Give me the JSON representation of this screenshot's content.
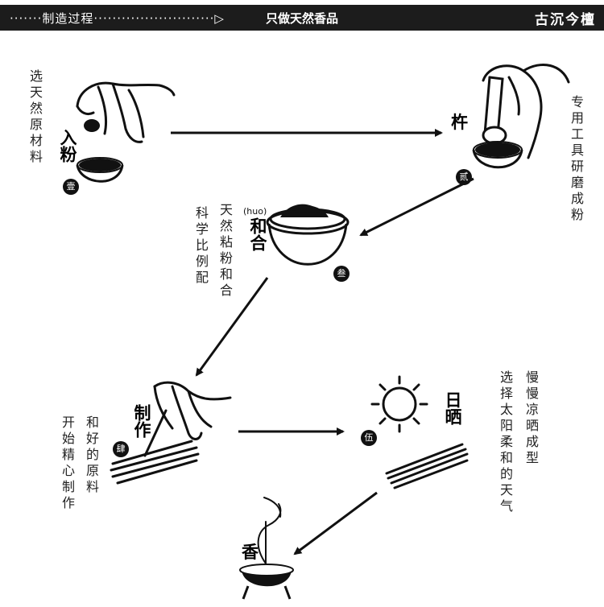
{
  "header": {
    "left": "制造过程",
    "center": "只做天然香品",
    "brand": "古沉今檀"
  },
  "steps": [
    {
      "title": "入粉",
      "num": "壹",
      "desc": "选天然原材料"
    },
    {
      "title": "杵",
      "num": "贰",
      "desc": "专用工具研磨成粉"
    },
    {
      "title": "和合",
      "pinyin": "(huo)",
      "num": "叁",
      "desc_a": "天然粘粉和合",
      "desc_b": "科学比例配"
    },
    {
      "title": "制作",
      "num": "肆",
      "desc_a": "和好的原料",
      "desc_b": "开始精心制作"
    },
    {
      "title": "日晒",
      "num": "伍",
      "desc_a": "慢慢凉晒成型",
      "desc_b": "选择太阳柔和的天气"
    },
    {
      "title": "香"
    }
  ]
}
